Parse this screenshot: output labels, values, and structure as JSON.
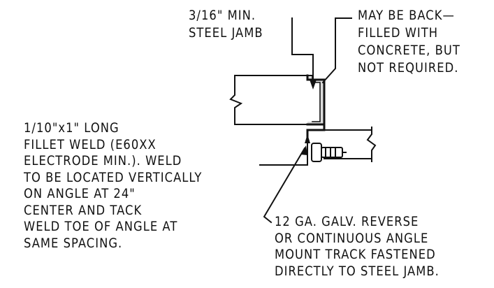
{
  "notes": {
    "jamb": [
      "3/16\" MIN.",
      "STEEL JAMB"
    ],
    "backfill": [
      "MAY BE BACK—",
      "FILLED WITH",
      "CONCRETE, BUT",
      "NOT REQUIRED."
    ],
    "weld": [
      "1/10\"x1\" LONG",
      "FILLET WELD (E60XX",
      "ELECTRODE MIN.). WELD",
      "TO BE LOCATED VERTICALLY",
      "ON ANGLE AT 24\"",
      "CENTER AND TACK",
      "WELD TOE OF ANGLE AT",
      "SAME SPACING."
    ],
    "track": [
      "12 GA. GALV. REVERSE",
      "OR CONTINUOUS ANGLE",
      "MOUNT TRACK FASTENED",
      "DIRECTLY TO STEEL JAMB."
    ]
  },
  "colors": {
    "ink": "#111111",
    "background": "#ffffff"
  }
}
